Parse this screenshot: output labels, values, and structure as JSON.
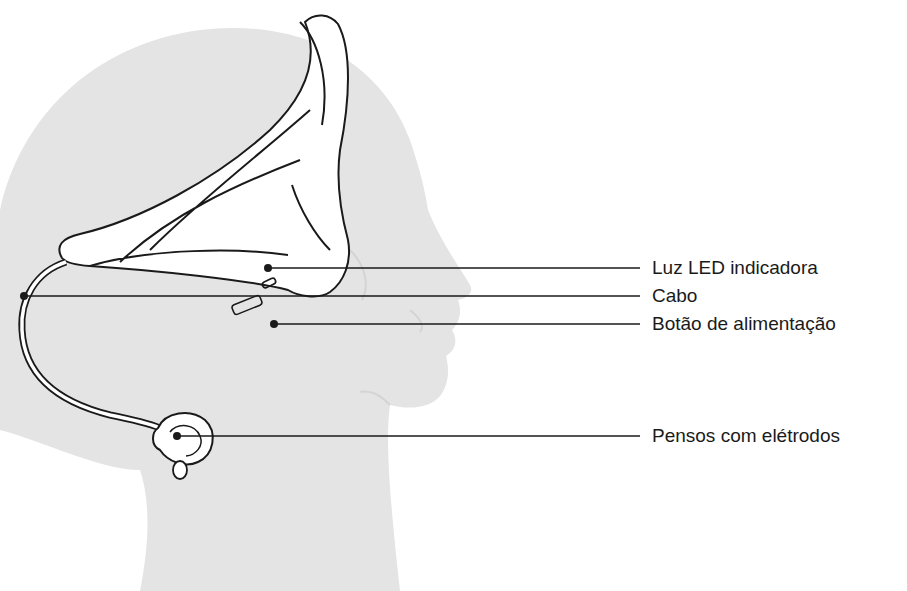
{
  "diagram": {
    "labels": [
      "Luz LED indicadora",
      "Botão de alimentação",
      "Cabo",
      "Pensos com elétrodos"
    ]
  }
}
